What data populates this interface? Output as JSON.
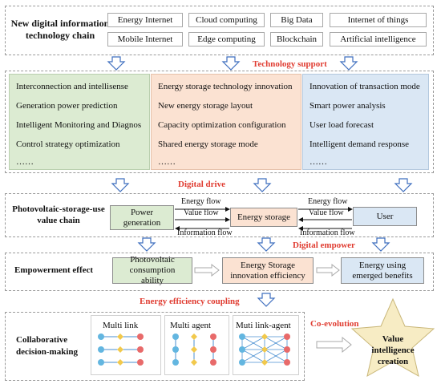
{
  "tech_chain": {
    "title": "New digital information technology chain",
    "items": [
      "Energy Internet",
      "Cloud computing",
      "Big Data",
      "Internet of things",
      "Mobile Internet",
      "Edge computing",
      "Blockchain",
      "Artificial intelligence"
    ]
  },
  "technology_support": "Technology support",
  "support_columns": [
    {
      "items": [
        "Interconnection and intellisense",
        "Generation power prediction",
        "Intelligent Monitoring and Diagnos",
        "Control strategy optimization",
        "……"
      ]
    },
    {
      "items": [
        "Energy storage technology innovation",
        "New energy storage layout",
        "Capacity optimization configuration",
        "Shared energy storage mode",
        "……"
      ]
    },
    {
      "items": [
        "Innovation of transaction mode",
        "Smart power analysis",
        "User load forecast",
        "Intelligent demand response",
        "……"
      ]
    }
  ],
  "digital_drive": "Digital drive",
  "value_chain": {
    "title": "Photovoltaic-storage-use value chain",
    "power_generation": "Power generation",
    "energy_storage": "Energy storage",
    "user": "User",
    "energy_flow": "Energy flow",
    "value_flow": "Value flow",
    "information_flow": "Information flow"
  },
  "digital_empower": "Digital empower",
  "empowerment": {
    "title": "Empowerment effect",
    "pv": "Photovoltaic consumption ability",
    "es": "Energy Storage innovation efficiency",
    "eu": "Energy using emerged benefits"
  },
  "energy_efficiency_coupling": "Energy efficiency coupling",
  "collab": {
    "title": "Collaborative decision-making",
    "multi_link": "Multi link",
    "multi_agent": "Multi agent",
    "multi_link_agent": "Muti link-agent",
    "co_evolution": "Co-evolution",
    "value_creation": "Value intelligence creation"
  },
  "colors": {
    "green": "#dcebd2",
    "peach": "#fbe2d2",
    "blue": "#dae7f4",
    "arrow": "#3f6fbf",
    "red": "#e03c31",
    "star": "#f7ecc4"
  }
}
